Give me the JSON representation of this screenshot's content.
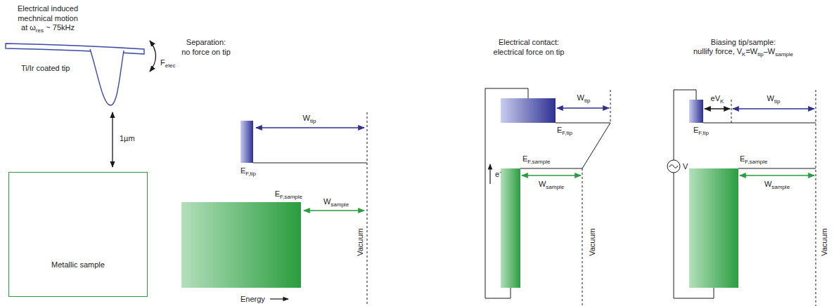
{
  "diagram": {
    "nodes": [
      {
        "text": [
          "Metallic sample"
        ]
      }
    ],
    "labels": [
      "Electrical induced",
      "mechnical motion",
      "at ω",
      "res",
      "~ 75kHz",
      "F",
      "elec",
      "Ti/Ir coated tip",
      "1µm",
      "Separation:",
      "no force on tip",
      "W",
      "tip",
      "E",
      "F,tip",
      "E",
      "F,sample",
      "W",
      "sample",
      "Vacuum",
      "Energy",
      "Electrical contact:",
      "electrical force on tip",
      "W",
      "tip",
      "E",
      "F,tip",
      "e⁻",
      "E",
      "F,sample",
      "W",
      "sample",
      "Vacuum",
      "Biasing tip/sample:",
      "nullify force, V",
      "K",
      "=W",
      "tip",
      "–W",
      "sample",
      "eV",
      "K",
      "W",
      "tip",
      "E",
      "F,tip",
      "V",
      "E",
      "F,sample",
      "W",
      "sample",
      "Vacuum"
    ]
  }
}
